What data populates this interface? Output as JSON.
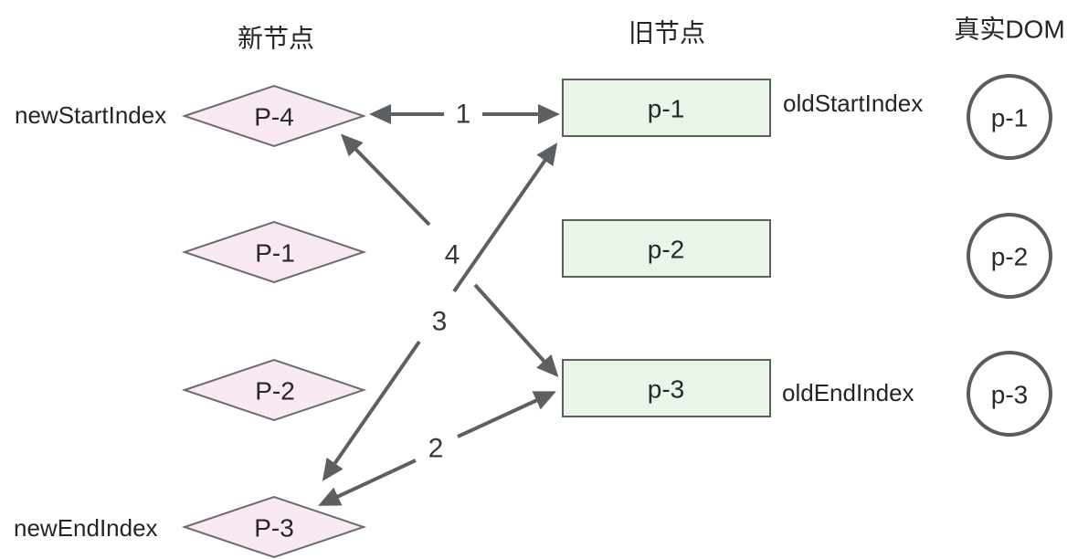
{
  "columns": {
    "new_nodes": {
      "title": "新节点",
      "items": [
        "P-4",
        "P-1",
        "P-2",
        "P-3"
      ],
      "start_pointer": "newStartIndex",
      "end_pointer": "newEndIndex"
    },
    "old_nodes": {
      "title": "旧节点",
      "items": [
        "p-1",
        "p-2",
        "p-3"
      ],
      "start_pointer": "oldStartIndex",
      "end_pointer": "oldEndIndex"
    },
    "real_dom": {
      "title": "真实DOM",
      "items": [
        "p-1",
        "p-2",
        "p-3"
      ]
    }
  },
  "arrows": [
    {
      "label": "1",
      "from": "P-4",
      "to": "p-1",
      "double_headed": true
    },
    {
      "label": "2",
      "from": "P-3",
      "to": "p-3",
      "double_headed": true
    },
    {
      "label": "3",
      "from": "P-3",
      "to": "p-1",
      "double_headed": true
    },
    {
      "label": "4",
      "from": "P-4",
      "to": "p-3",
      "double_headed": true
    }
  ],
  "colors": {
    "diamond_fill": "#f9e9f3",
    "diamond_stroke": "#6e6a70",
    "rect_fill": "#e8f5e8",
    "rect_stroke": "#5b6058",
    "circle_stroke": "#595d61",
    "arrow": "#5d6062",
    "text": "#232528"
  }
}
